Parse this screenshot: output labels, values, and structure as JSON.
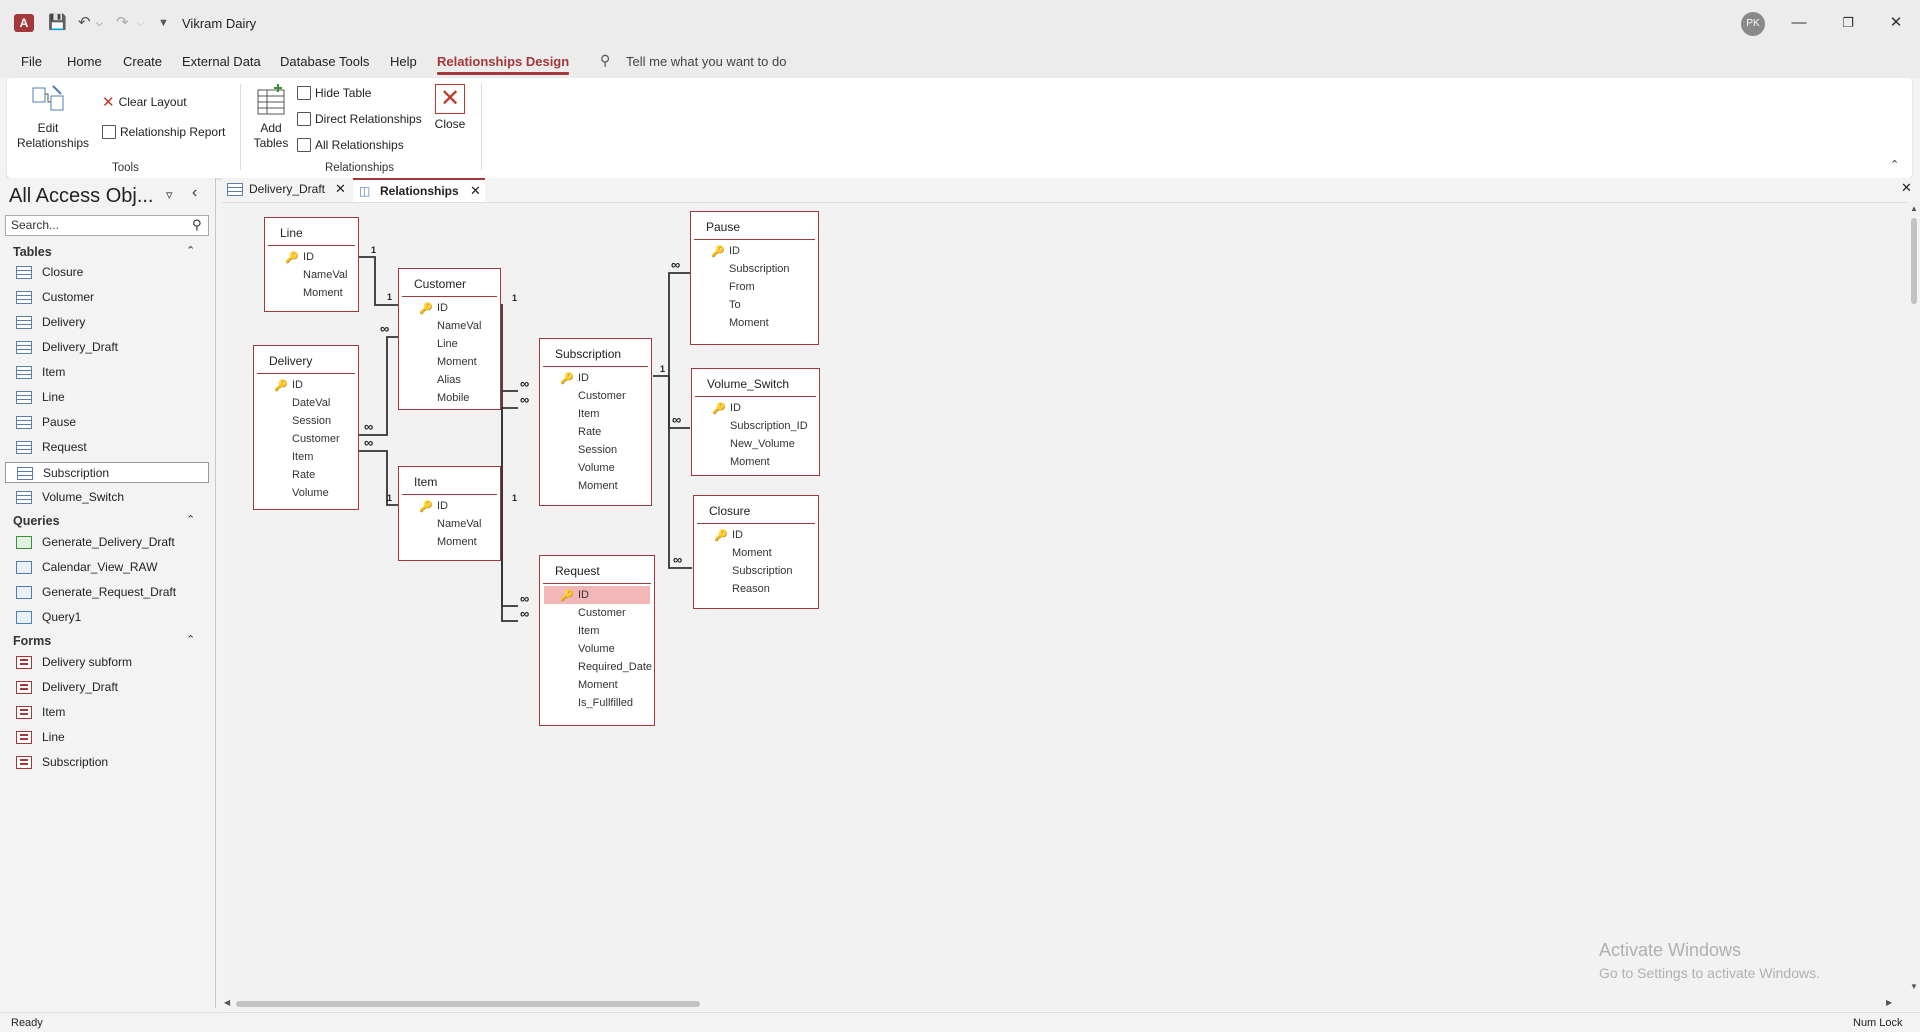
{
  "window": {
    "title": "Vikram Dairy",
    "user_initials": "PK"
  },
  "ribbon_tabs": [
    "File",
    "Home",
    "Create",
    "External Data",
    "Database Tools",
    "Help",
    "Relationships Design"
  ],
  "tell_me": "Tell me what you want to do",
  "ribbon": {
    "edit_relationships": "Edit Relationships",
    "clear_layout": "Clear Layout",
    "relationship_report": "Relationship Report",
    "tools_group": "Tools",
    "add_tables": "Add Tables",
    "hide_table": "Hide Table",
    "direct_relationships": "Direct Relationships",
    "all_relationships": "All Relationships",
    "relationships_group": "Relationships",
    "close": "Close"
  },
  "nav": {
    "title": "All Access Obj...",
    "search_placeholder": "Search...",
    "tables_header": "Tables",
    "tables": [
      "Closure",
      "Customer",
      "Delivery",
      "Delivery_Draft",
      "Item",
      "Line",
      "Pause",
      "Request",
      "Subscription",
      "Volume_Switch"
    ],
    "selected_table": "Subscription",
    "queries_header": "Queries",
    "queries": [
      "Generate_Delivery_Draft",
      "Calendar_View_RAW",
      "Generate_Request_Draft",
      "Query1"
    ],
    "forms_header": "Forms",
    "forms": [
      "Delivery subform",
      "Delivery_Draft",
      "Item",
      "Line",
      "Subscription"
    ]
  },
  "doc_tabs": [
    "Delivery_Draft",
    "Relationships"
  ],
  "active_doc_tab": "Relationships",
  "relationship_tables": {
    "line": {
      "title": "Line",
      "fields": [
        "ID",
        "NameVal",
        "Moment"
      ]
    },
    "delivery": {
      "title": "Delivery",
      "fields": [
        "ID",
        "DateVal",
        "Session",
        "Customer",
        "Item",
        "Rate",
        "Volume"
      ]
    },
    "customer": {
      "title": "Customer",
      "fields": [
        "ID",
        "NameVal",
        "Line",
        "Moment",
        "Alias",
        "Mobile"
      ]
    },
    "item": {
      "title": "Item",
      "fields": [
        "ID",
        "NameVal",
        "Moment"
      ]
    },
    "subscription": {
      "title": "Subscription",
      "fields": [
        "ID",
        "Customer",
        "Item",
        "Rate",
        "Session",
        "Volume",
        "Moment"
      ]
    },
    "request": {
      "title": "Request",
      "fields": [
        "ID",
        "Customer",
        "Item",
        "Volume",
        "Required_Date",
        "Moment",
        "Is_Fullfilled"
      ]
    },
    "pause": {
      "title": "Pause",
      "fields": [
        "ID",
        "Subscription",
        "From",
        "To",
        "Moment"
      ]
    },
    "volume_switch": {
      "title": "Volume_Switch",
      "fields": [
        "ID",
        "Subscription_ID",
        "New_Volume",
        "Moment"
      ]
    },
    "closure": {
      "title": "Closure",
      "fields": [
        "ID",
        "Moment",
        "Subscription",
        "Reason"
      ]
    }
  },
  "relationship_labels": {
    "one": "1",
    "many": "∞"
  },
  "status": {
    "left": "Ready",
    "right": "Num Lock"
  },
  "watermark": {
    "line1": "Activate Windows",
    "line2": "Go to Settings to activate Windows."
  },
  "colors": {
    "accent": "#a4373a",
    "highlight_row": "#f3b7b7"
  }
}
